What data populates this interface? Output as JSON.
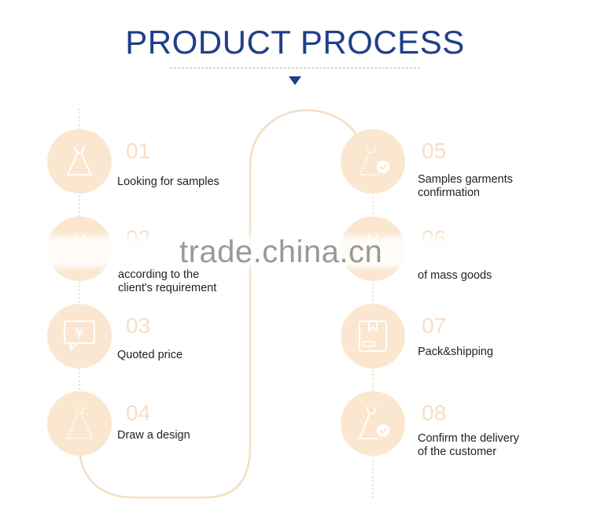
{
  "header": {
    "title": "PRODUCT PROCESS"
  },
  "steps": [
    {
      "num": "01",
      "label_lines": [
        "Looking for samples"
      ],
      "icon": "dress-icon"
    },
    {
      "num": "02",
      "label_lines": [
        "according to the",
        "client's requirement"
      ],
      "icon": "dress-icon"
    },
    {
      "num": "03",
      "label_lines": [
        "Quoted price"
      ],
      "icon": "yen-chat-icon"
    },
    {
      "num": "04",
      "label_lines": [
        "Draw a design"
      ],
      "icon": "dress-outline-icon"
    },
    {
      "num": "05",
      "label_lines": [
        "Samples garments",
        "confirmation"
      ],
      "icon": "dress-check-icon"
    },
    {
      "num": "06",
      "label_lines": [
        "of mass goods"
      ],
      "icon": "dress-icon"
    },
    {
      "num": "07",
      "label_lines": [
        "Pack&shipping"
      ],
      "icon": "box-icon"
    },
    {
      "num": "08",
      "label_lines": [
        "Confirm the delivery",
        "of the customer"
      ],
      "icon": "dress-check-icon"
    }
  ],
  "watermark": "trade.china.cn",
  "colors": {
    "title": "#1f3f8a",
    "circle": "#fbe7cf",
    "number": "#f6dfc5",
    "path": "#f2dfc3"
  }
}
